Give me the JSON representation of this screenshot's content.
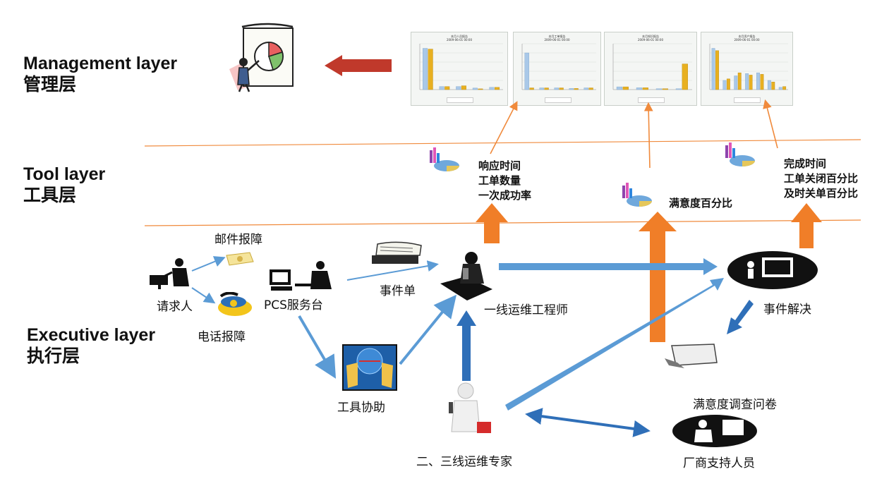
{
  "layers": {
    "management": {
      "en": "Management layer",
      "zh": "管理层"
    },
    "tool": {
      "en": "Tool layer",
      "zh": "工具层"
    },
    "executive": {
      "en": "Executive layer",
      "zh": "执行层"
    }
  },
  "metrics": {
    "group1": [
      "响应时间",
      "工单数量",
      "一次成功率"
    ],
    "group2": [
      "满意度百分比"
    ],
    "group3": [
      "完成时间",
      "工单关闭百分比",
      "及时关单百分比"
    ]
  },
  "nodes": {
    "email_report": "邮件报障",
    "requester": "请求人",
    "phone_report": "电话报障",
    "service_desk": "PCS服务台",
    "ticket": "事件单",
    "first_line": "一线运维工程师",
    "tool_assist": "工具协助",
    "experts": "二、三线运维专家",
    "resolution": "事件解决",
    "survey": "满意度调查问卷",
    "vendor": "厂商支持人员"
  },
  "mini_charts": [
    {
      "title": "本月人员报告",
      "subtitle": "2009-06-01 00:00",
      "values_a": [
        54,
        4,
        4,
        2,
        3
      ],
      "values_b": [
        53,
        4,
        5,
        1,
        3
      ],
      "max": 60
    },
    {
      "title": "本月工单报告",
      "subtitle": "2009-06-01 00:00",
      "values_a": [
        64,
        3,
        3,
        2,
        3
      ],
      "values_b": [
        3,
        3,
        3,
        2,
        3
      ],
      "max": 80
    },
    {
      "title": "本月知识报告",
      "subtitle": "2009-06-01 00:00",
      "values_a": [
        0.3,
        0.2,
        0.1,
        0.1
      ],
      "values_b": [
        0.3,
        0.2,
        0.1,
        2.8
      ],
      "max": 5
    },
    {
      "title": "本月资产报告",
      "subtitle": "2009-06-01 00:00",
      "values_a": [
        54,
        12,
        18,
        21,
        22,
        12,
        3
      ],
      "values_b": [
        51,
        14,
        22,
        19,
        20,
        10,
        4
      ],
      "max": 60
    }
  ],
  "colors": {
    "orange_line": "#f08a3c",
    "orange_arrow": "#f07e28",
    "blue_arrow": "#5b9bd5",
    "dark_blue_arrow": "#2f6fb8",
    "red_arrow": "#c0392b",
    "bar_a": "#a9c8e8",
    "bar_b": "#e8b020"
  }
}
